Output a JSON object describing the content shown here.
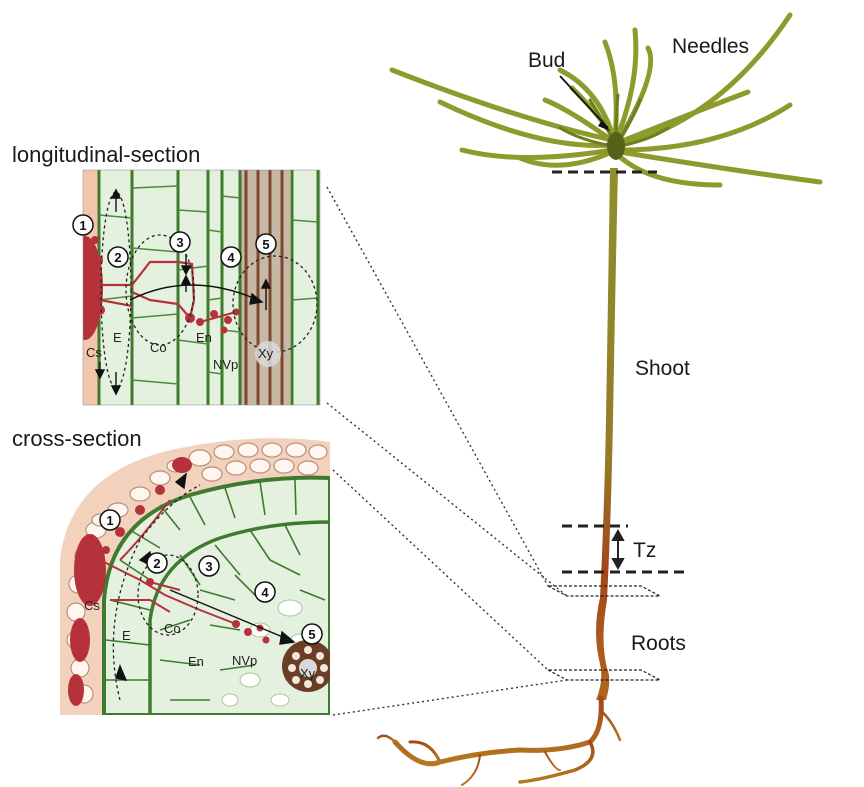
{
  "labels": {
    "needles": "Needles",
    "bud": "Bud",
    "shoot": "Shoot",
    "tz": "Tz",
    "roots": "Roots"
  },
  "longitudinal": {
    "title": "longitudinal-section",
    "markers": [
      "1",
      "2",
      "3",
      "4",
      "5"
    ],
    "tissues": [
      "Cs",
      "E",
      "Co",
      "En",
      "NVp",
      "Xy"
    ]
  },
  "cross": {
    "title": "cross-section",
    "markers": [
      "1",
      "2",
      "3",
      "4",
      "5"
    ],
    "tissues": [
      "Cs",
      "E",
      "Co",
      "En",
      "NVp",
      "Xy"
    ]
  },
  "colors": {
    "cell_fill": "#e3f1de",
    "cell_wall": "#3f7a2e",
    "cortex_surface": "#f3c9ad",
    "fungus": "#b5323a",
    "xylem": "#8a5a3c",
    "needle": "#8c9a2a",
    "stem_upper": "#8d8a2c",
    "stem_lower": "#a2441a"
  }
}
